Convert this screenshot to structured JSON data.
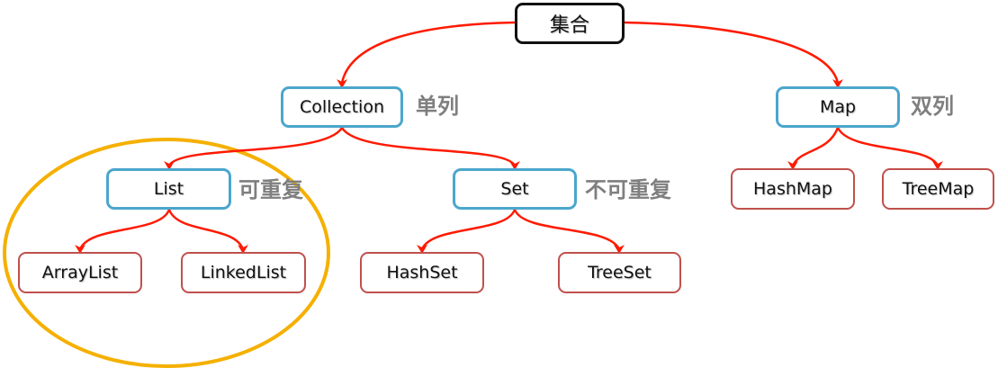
{
  "colors": {
    "connector": "#ff1a00",
    "root_border": "#111111",
    "interface_border": "#4ba6cc",
    "impl_border": "#c0504d",
    "highlight": "#f5b000",
    "note": "#7f7f7f"
  },
  "nodes": {
    "root": "集合",
    "collection": "Collection",
    "map": "Map",
    "list": "List",
    "set": "Set",
    "arraylist": "ArrayList",
    "linkedlist": "LinkedList",
    "hashset": "HashSet",
    "treeset": "TreeSet",
    "hashmap": "HashMap",
    "treemap": "TreeMap"
  },
  "notes": {
    "collection": "单列",
    "map": "双列",
    "list": "可重复",
    "set": "不可重复"
  }
}
